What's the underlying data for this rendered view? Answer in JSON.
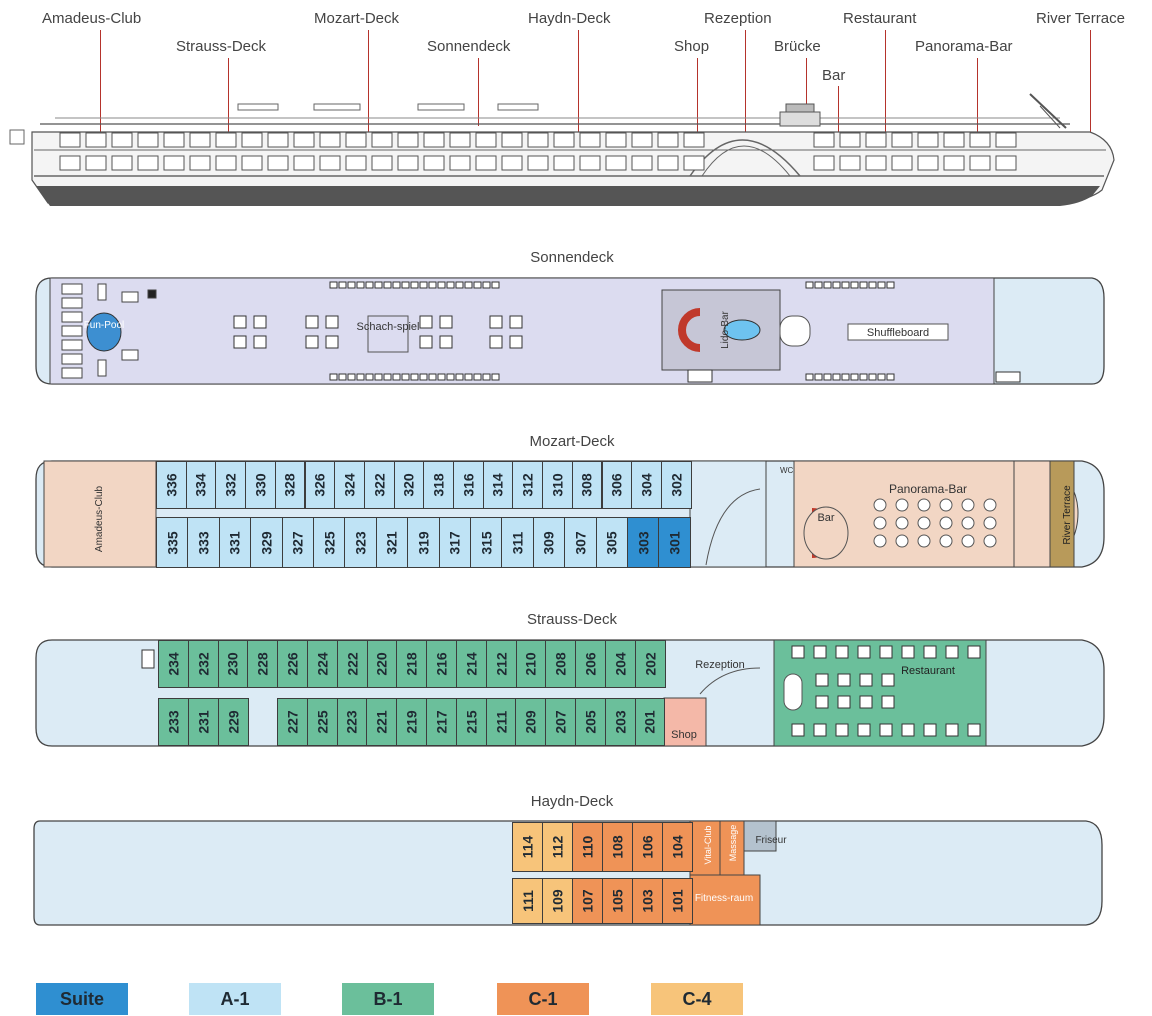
{
  "profile": {
    "labels": {
      "amadeus_club": "Amadeus-Club",
      "strauss_deck": "Strauss-Deck",
      "mozart_deck": "Mozart-Deck",
      "sonnendeck": "Sonnendeck",
      "haydn_deck": "Haydn-Deck",
      "shop": "Shop",
      "rezeption": "Rezeption",
      "bruecke": "Brücke",
      "bar": "Bar",
      "restaurant": "Restaurant",
      "panorama_bar": "Panorama-Bar",
      "river_terrace": "River Terrace"
    }
  },
  "sonnendeck": {
    "title": "Sonnendeck",
    "fun_pool": "Fun-Pool",
    "schachspiel": "Schach-spiel",
    "lido_bar": "Lido-Bar",
    "shuffleboard": "Shuffleboard"
  },
  "mozart_deck": {
    "title": "Mozart-Deck",
    "amadeus_club": "Amadeus-Club",
    "bar": "Bar",
    "panorama_bar": "Panorama-Bar",
    "river_terrace": "River Terrace",
    "wc": "WC",
    "cabins_top": [
      "336",
      "334",
      "332",
      "330",
      "328",
      "326",
      "324",
      "322",
      "320",
      "318",
      "316",
      "314",
      "312",
      "310",
      "308",
      "306",
      "304",
      "302"
    ],
    "cabins_bottom": [
      "335",
      "333",
      "331",
      "329",
      "327",
      "325",
      "323",
      "321",
      "319",
      "317",
      "315",
      "311",
      "309",
      "307",
      "305",
      "303",
      "301"
    ],
    "suite_cabins": [
      "303",
      "301"
    ]
  },
  "strauss_deck": {
    "title": "Strauss-Deck",
    "rezeption": "Rezeption",
    "restaurant": "Restaurant",
    "shop": "Shop",
    "cabins_top": [
      "234",
      "232",
      "230",
      "228",
      "226",
      "224",
      "222",
      "220",
      "218",
      "216",
      "214",
      "212",
      "210",
      "208",
      "206",
      "204",
      "202"
    ],
    "cabins_bottom_left": [
      "233",
      "231",
      "229"
    ],
    "cabins_bottom_right": [
      "227",
      "225",
      "223",
      "221",
      "219",
      "217",
      "215",
      "211",
      "209",
      "207",
      "205",
      "203",
      "201"
    ]
  },
  "haydn_deck": {
    "title": "Haydn-Deck",
    "vital_club": "Vital-Club",
    "massage": "Massage",
    "friseur": "Friseur",
    "fitnessraum": "Fitness-raum",
    "cabins_top_c4": [
      "114",
      "112"
    ],
    "cabins_top_c1": [
      "110",
      "108",
      "106",
      "104"
    ],
    "cabins_bottom_c4": [
      "111",
      "109"
    ],
    "cabins_bottom_c1": [
      "107",
      "105",
      "103",
      "101"
    ]
  },
  "legend": [
    {
      "label": "Suite",
      "color": "#2f8fd1"
    },
    {
      "label": "A-1",
      "color": "#bfe3f5"
    },
    {
      "label": "B-1",
      "color": "#6bbf9b"
    },
    {
      "label": "C-1",
      "color": "#ef9357"
    },
    {
      "label": "C-4",
      "color": "#f7c47a"
    }
  ],
  "colors": {
    "suite": "#2f8fd1",
    "a1": "#bfe3f5",
    "b1": "#6bbf9b",
    "c1": "#ef9357",
    "c4": "#f7c47a",
    "deck_bg": "#dcebf5",
    "sun_deck": "#dcdcf0",
    "club": "#f2d6c4",
    "terrace": "#b89a5a",
    "leader": "#b5332c"
  }
}
